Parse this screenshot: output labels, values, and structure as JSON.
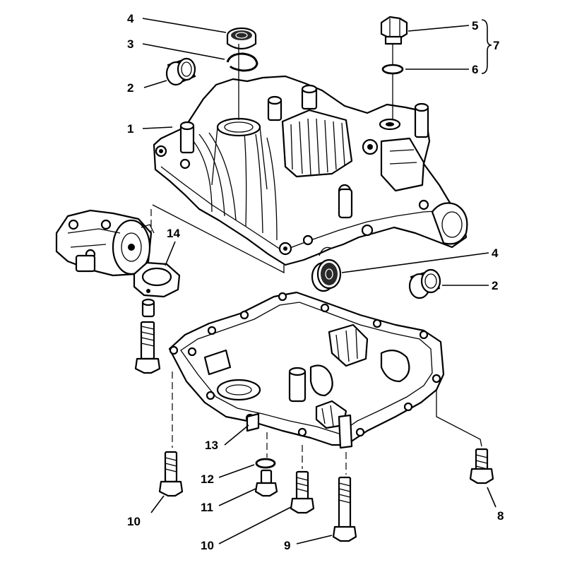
{
  "callouts": {
    "c1": "1",
    "c2a": "2",
    "c2b": "2",
    "c3": "3",
    "c4a": "4",
    "c4b": "4",
    "c5": "5",
    "c6": "6",
    "c7": "7",
    "c8": "8",
    "c9": "9",
    "c10a": "10",
    "c10b": "10",
    "c11": "11",
    "c12": "12",
    "c13": "13",
    "c14": "14"
  }
}
